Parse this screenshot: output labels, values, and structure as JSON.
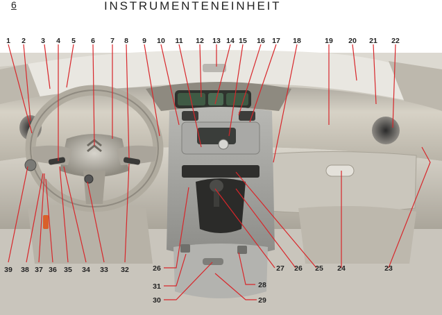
{
  "header": {
    "page_number": "6",
    "title": "INSTRUMENTENEINHEIT"
  },
  "callouts": [
    {
      "label": "1"
    },
    {
      "label": "2"
    },
    {
      "label": "3"
    },
    {
      "label": "4"
    },
    {
      "label": "5"
    },
    {
      "label": "6"
    },
    {
      "label": "7"
    },
    {
      "label": "8"
    },
    {
      "label": "9"
    },
    {
      "label": "10"
    },
    {
      "label": "11"
    },
    {
      "label": "12"
    },
    {
      "label": "13"
    },
    {
      "label": "14"
    },
    {
      "label": "15"
    },
    {
      "label": "16"
    },
    {
      "label": "17"
    },
    {
      "label": "18"
    },
    {
      "label": "19"
    },
    {
      "label": "20"
    },
    {
      "label": "21"
    },
    {
      "label": "22"
    },
    {
      "label": "39"
    },
    {
      "label": "38"
    },
    {
      "label": "37"
    },
    {
      "label": "36"
    },
    {
      "label": "35"
    },
    {
      "label": "34"
    },
    {
      "label": "33"
    },
    {
      "label": "32"
    },
    {
      "label": "26"
    },
    {
      "label": "27"
    },
    {
      "label": "26"
    },
    {
      "label": "25"
    },
    {
      "label": "24"
    },
    {
      "label": "23"
    },
    {
      "label": "31"
    },
    {
      "label": "30"
    },
    {
      "label": "28"
    },
    {
      "label": "29"
    }
  ],
  "colors": {
    "leader_line": "#d8262a",
    "label_text": "#222222",
    "background": "#ffffff"
  }
}
